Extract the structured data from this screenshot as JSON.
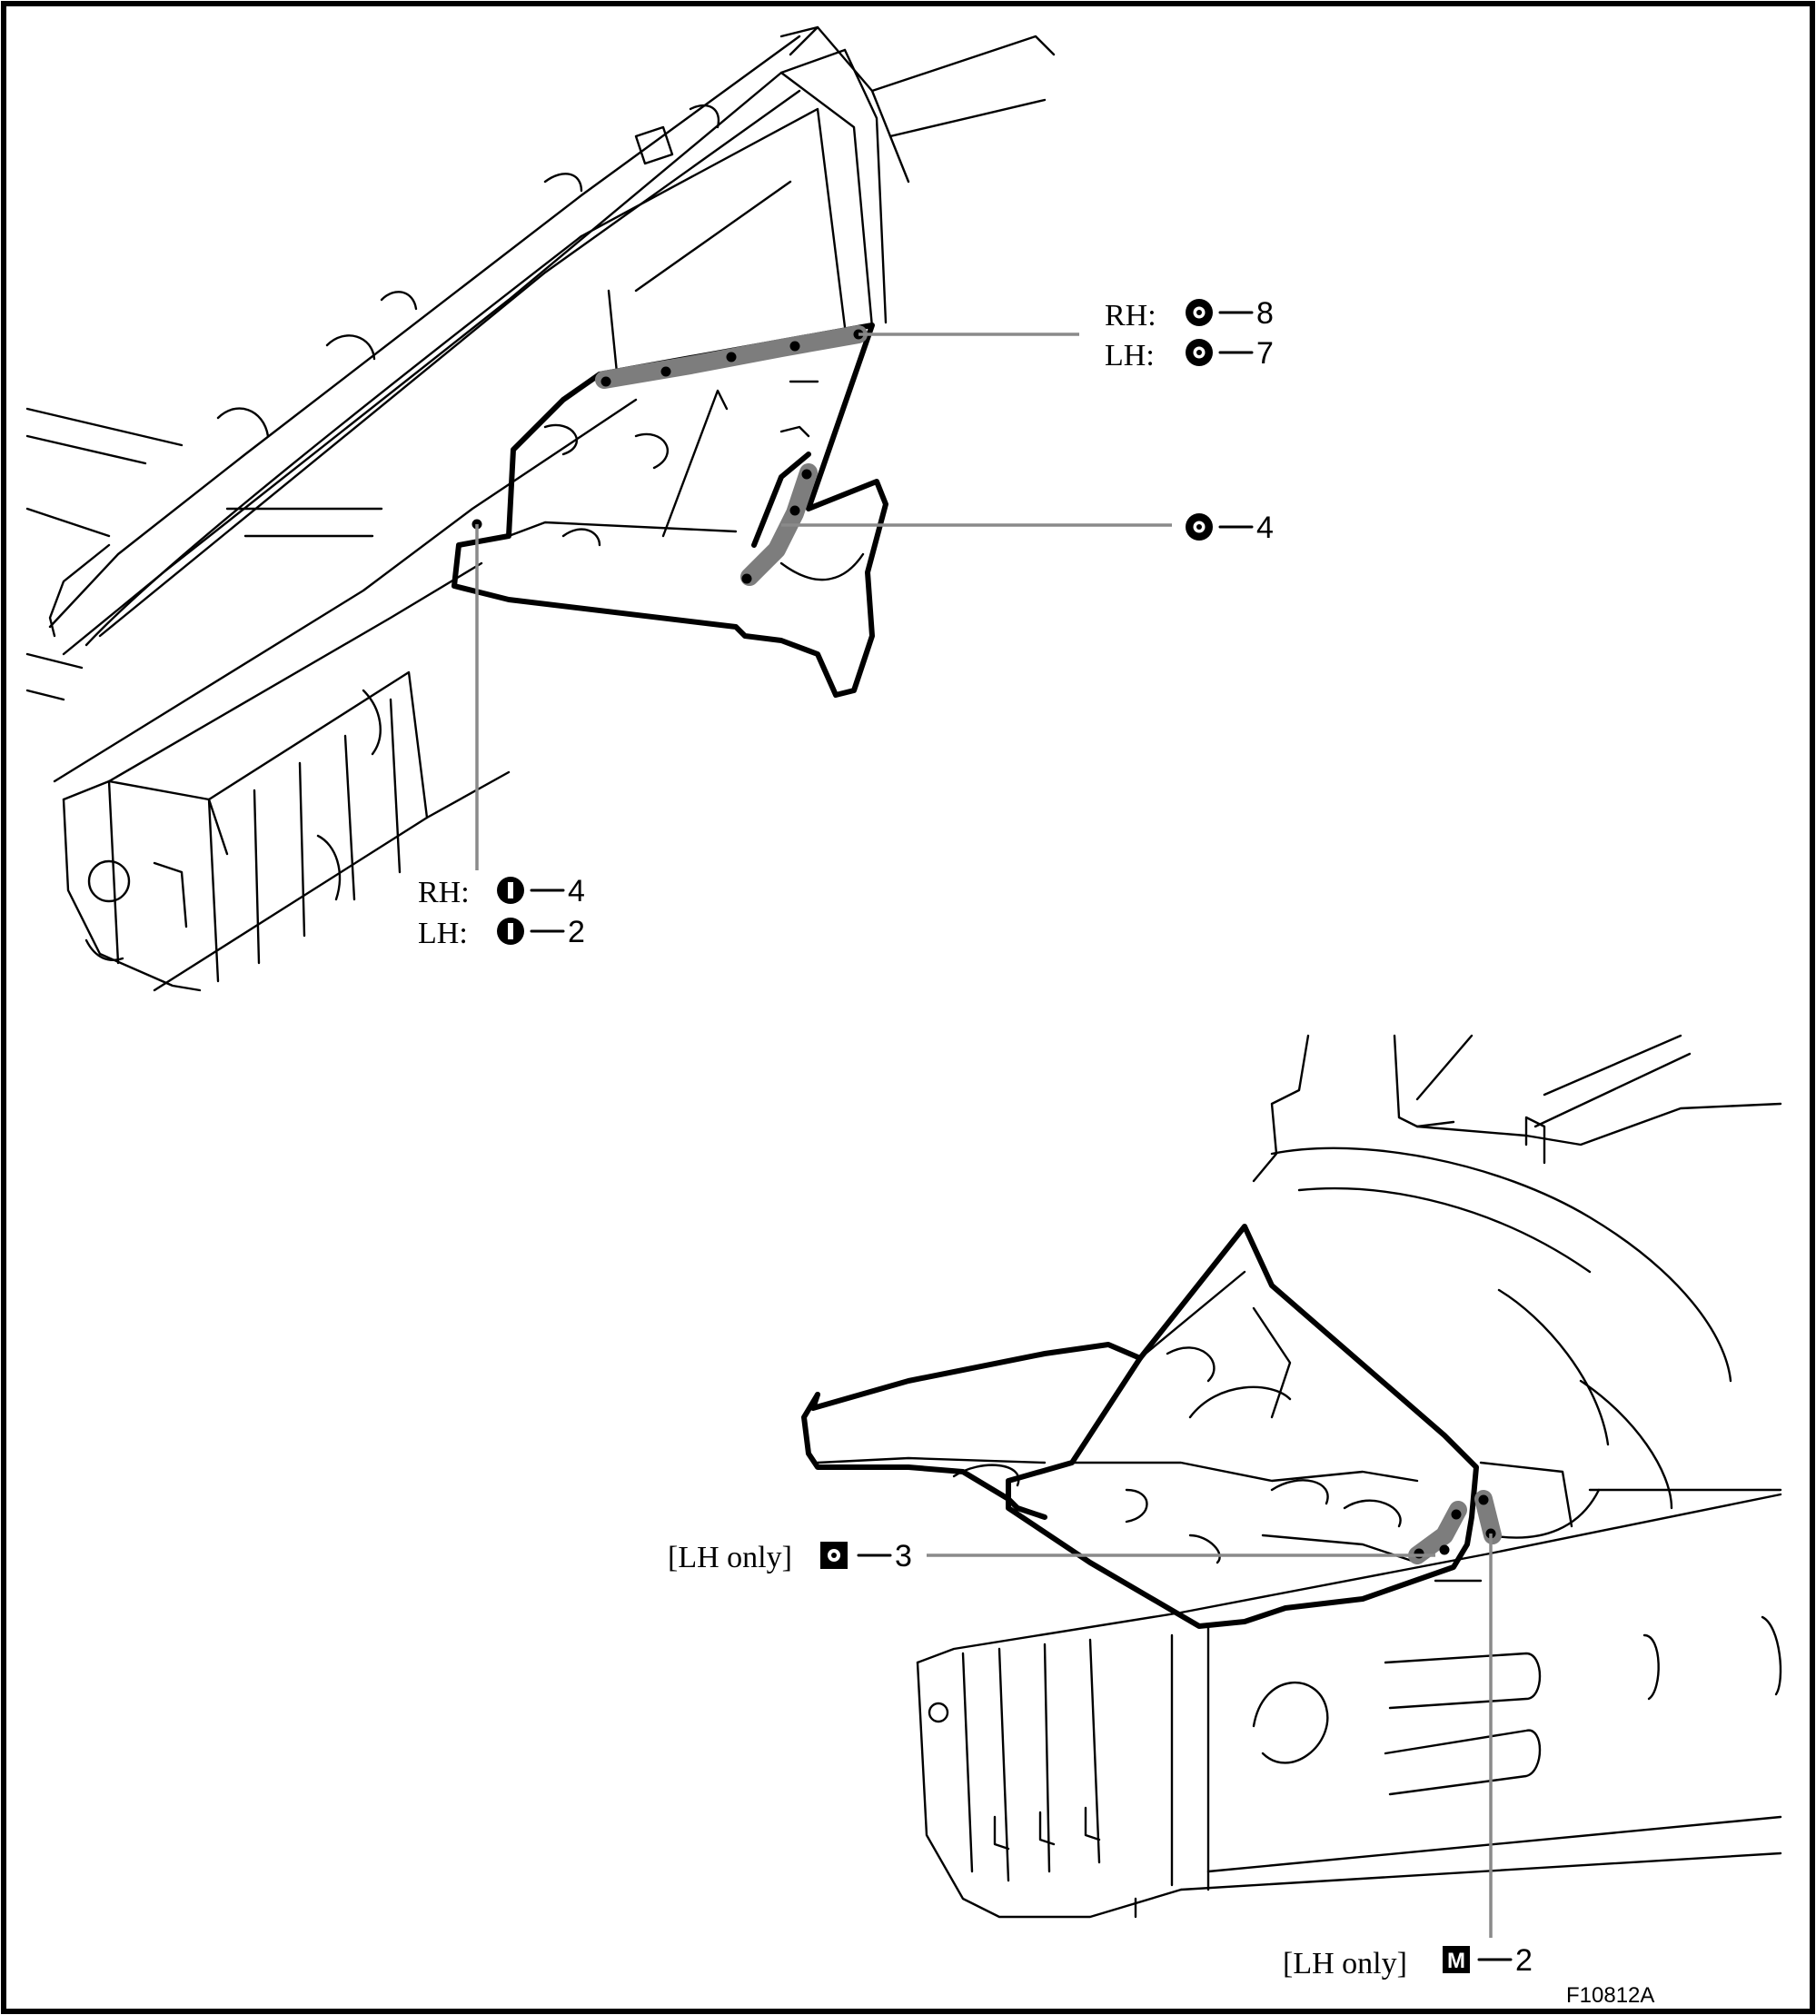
{
  "figure_code": "F10812A",
  "callouts": {
    "upper_seam": {
      "rh_label": "RH:",
      "rh_count": "8",
      "lh_label": "LH:",
      "lh_count": "7",
      "symbol": "spot-weld-circle-icon"
    },
    "rear_flange": {
      "count": "4",
      "symbol": "spot-weld-circle-icon"
    },
    "lower_seam": {
      "rh_label": "RH:",
      "rh_count": "4",
      "lh_label": "LH:",
      "lh_count": "2",
      "symbol": "plug-weld-filled-icon"
    },
    "lh_only_a": {
      "label": "[LH only]",
      "count": "3",
      "symbol": "square-spot-weld-icon"
    },
    "lh_only_b": {
      "label": "[LH only]",
      "count": "2",
      "symbol": "mig-weld-m-icon",
      "glyph": "M"
    }
  },
  "colors": {
    "line": "#000000",
    "seam_highlight": "#7d7d7d",
    "leader": "#8a8a8a"
  }
}
